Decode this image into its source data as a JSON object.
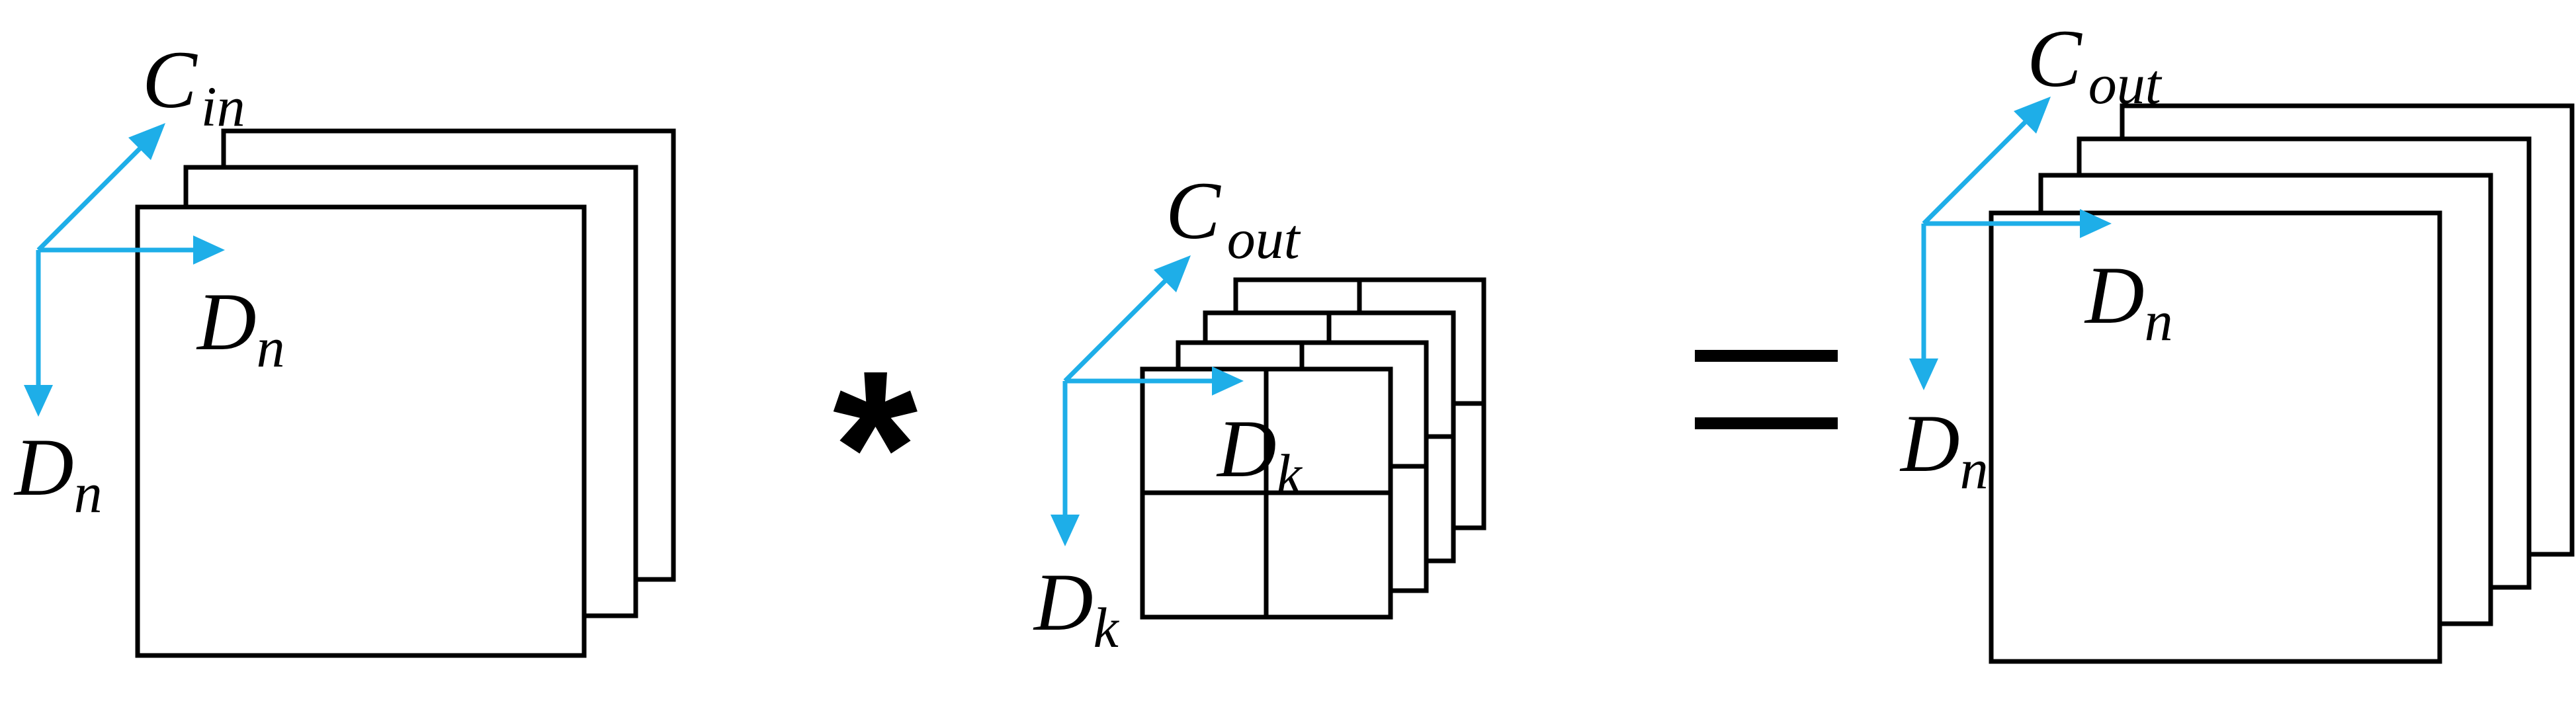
{
  "colors": {
    "accent": "#1eaee8",
    "stroke": "#000000",
    "background": "#ffffff"
  },
  "input": {
    "channel_label": {
      "base": "C",
      "sub": "in"
    },
    "width_label": {
      "base": "D",
      "sub": "n"
    },
    "height_label": {
      "base": "D",
      "sub": "n"
    }
  },
  "operator_convolution": "*",
  "kernel": {
    "channel_label": {
      "base": "C",
      "sub": "out"
    },
    "width_label": {
      "base": "D",
      "sub": "k"
    },
    "height_label": {
      "base": "D",
      "sub": "k"
    }
  },
  "output": {
    "channel_label": {
      "base": "C",
      "sub": "out"
    },
    "width_label": {
      "base": "D",
      "sub": "n"
    },
    "height_label": {
      "base": "D",
      "sub": "n"
    }
  }
}
